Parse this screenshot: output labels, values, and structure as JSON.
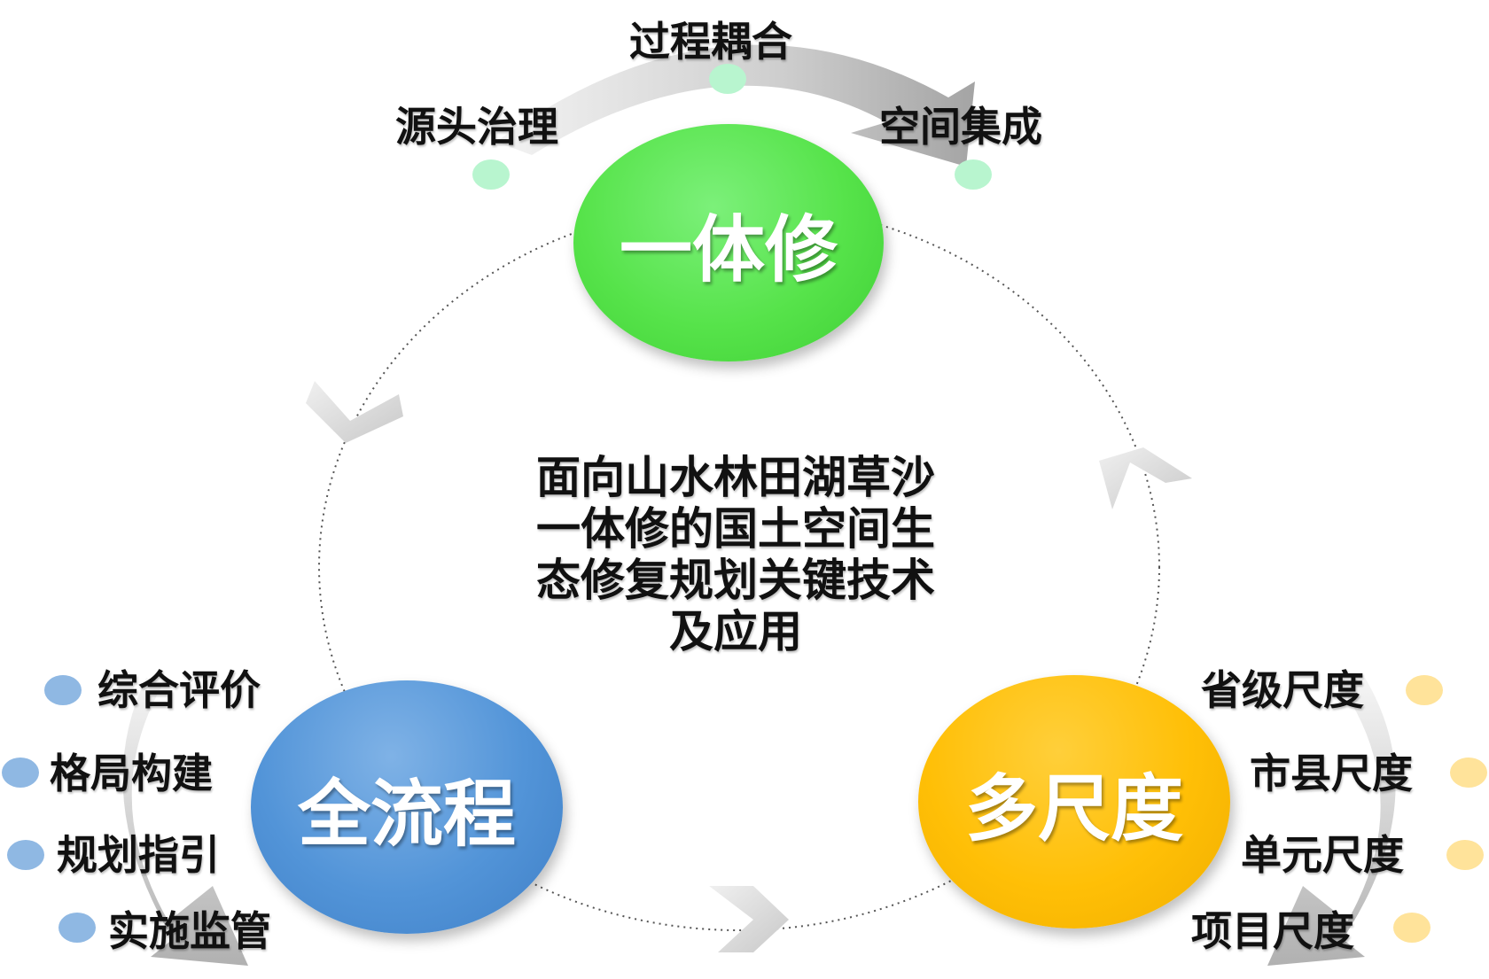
{
  "center": {
    "lines": [
      "面向山水林田湖草沙",
      "一体修的国土空间生",
      "态修复规划关键技术",
      "及应用"
    ]
  },
  "hubs": {
    "top": {
      "label": "一体修",
      "color": "#56e34a",
      "items": [
        "过程耦合",
        "源头治理",
        "空间集成"
      ]
    },
    "left": {
      "label": "全流程",
      "color": "#5294d8",
      "items": [
        "综合评价",
        "格局构建",
        "规划指引",
        "实施监管"
      ]
    },
    "right": {
      "label": "多尺度",
      "color": "#ffbf06",
      "items": [
        "省级尺度",
        "市县尺度",
        "单元尺度",
        "项目尺度"
      ]
    }
  }
}
